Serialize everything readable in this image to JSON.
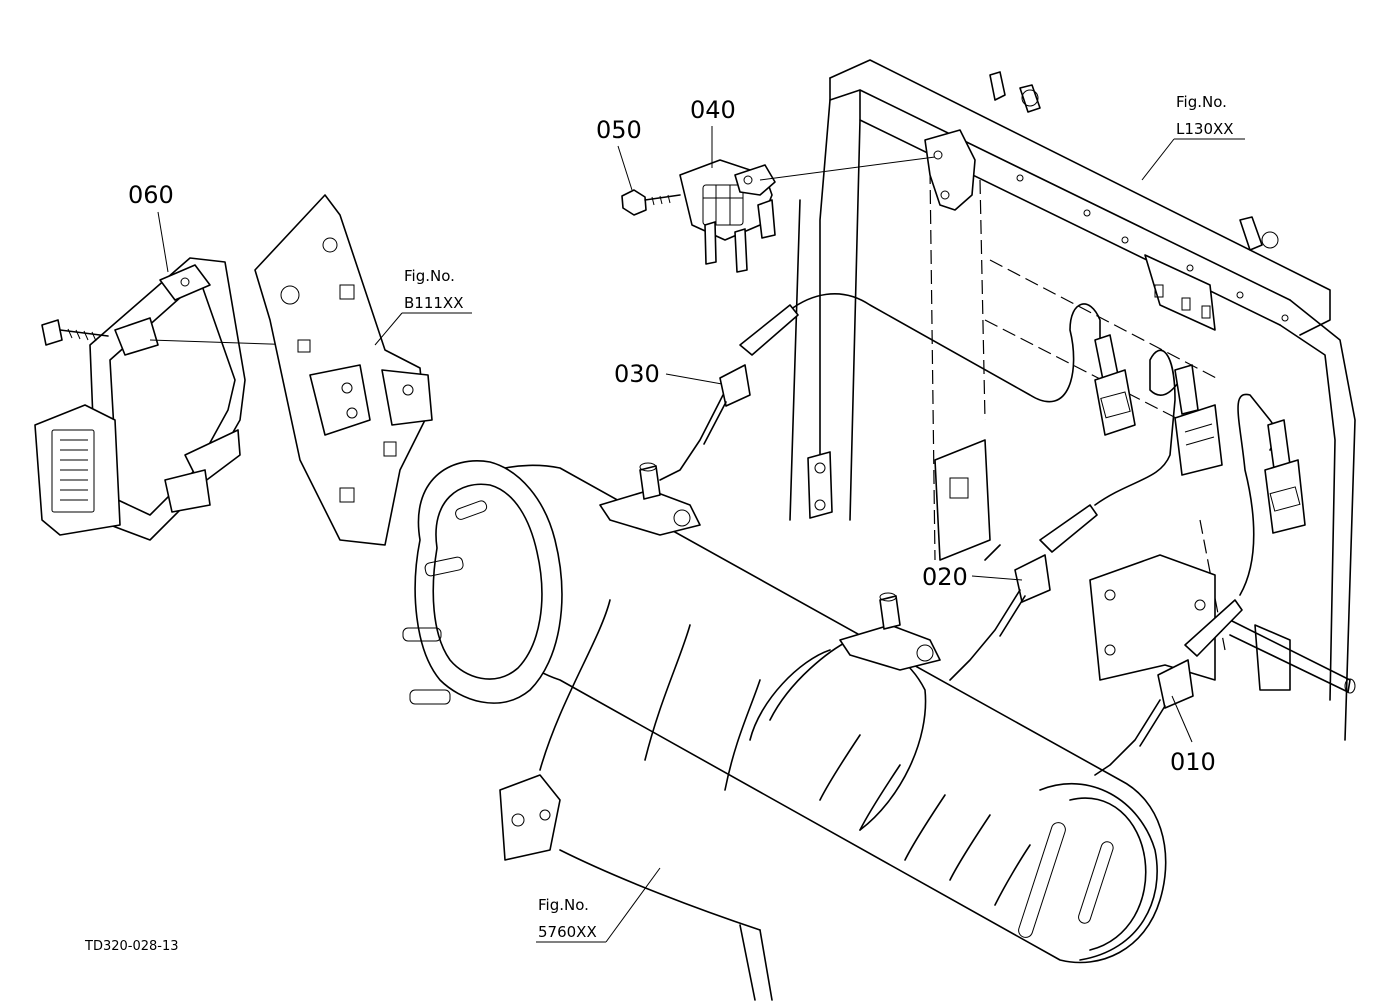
{
  "diagram": {
    "parts": {
      "p010": "010",
      "p020": "020",
      "p030": "030",
      "p040": "040",
      "p050": "050",
      "p060": "060"
    },
    "figure_refs": {
      "b111": {
        "label": "Fig.No.",
        "number": "B111XX"
      },
      "l130": {
        "label": "Fig.No.",
        "number": "L130XX"
      },
      "s5760": {
        "label": "Fig.No.",
        "number": "5760XX"
      }
    },
    "drawing_code": "TD320-028-13"
  }
}
